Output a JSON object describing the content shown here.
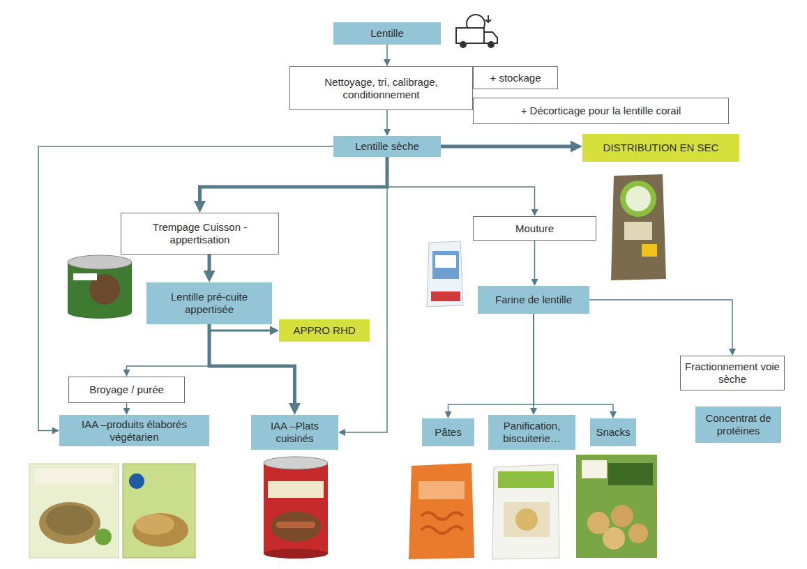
{
  "diagram": {
    "nodes": [
      {
        "text": [
          "Lentille"
        ]
      },
      {
        "text": [
          "Nettoyage, tri, calibrage, conditionnement"
        ]
      },
      {
        "text": [
          "+ stockage"
        ]
      },
      {
        "text": [
          "+ Décorticage pour la lentille corail"
        ]
      },
      {
        "text": [
          "Lentille sèche"
        ]
      },
      {
        "text": [
          "DISTRIBUTION EN SEC"
        ]
      },
      {
        "text": [
          "Trempage Cuisson - appertisation"
        ]
      },
      {
        "text": [
          "Mouture"
        ]
      },
      {
        "text": [
          "Lentille pré-cuite appertisée"
        ]
      },
      {
        "text": [
          "Farine de lentille"
        ]
      },
      {
        "text": [
          "APPRO RHD"
        ]
      },
      {
        "text": [
          "Broyage / purée"
        ]
      },
      {
        "text": [
          "IAA –produits élaborés végétarien"
        ]
      },
      {
        "text": [
          "IAA –Plats cuisinés"
        ]
      },
      {
        "text": [
          "Fractionnement voie sèche"
        ]
      },
      {
        "text": [
          "Pâtes"
        ]
      },
      {
        "text": [
          "Panification, biscuiterie…"
        ]
      },
      {
        "text": [
          "Snacks"
        ]
      },
      {
        "text": [
          "Concentrat de protéines"
        ]
      }
    ],
    "edges": [
      {
        "from": 0,
        "to": 1,
        "arrow": "to"
      },
      {
        "from": 1,
        "to": 4,
        "arrow": "to"
      },
      {
        "from": 4,
        "to": 5,
        "arrow": "to"
      },
      {
        "from": 4,
        "to": 6,
        "arrow": "to"
      },
      {
        "from": 4,
        "to": 7,
        "arrow": "to"
      },
      {
        "from": 4,
        "to": 12,
        "arrow": "to"
      },
      {
        "from": 4,
        "to": 13,
        "arrow": "to"
      },
      {
        "from": 6,
        "to": 8,
        "arrow": "to"
      },
      {
        "from": 8,
        "to": 10,
        "arrow": "to"
      },
      {
        "from": 8,
        "to": 11,
        "arrow": "to"
      },
      {
        "from": 8,
        "to": 13,
        "arrow": "to"
      },
      {
        "from": 11,
        "to": 12,
        "arrow": "to"
      },
      {
        "from": 7,
        "to": 9,
        "arrow": "to"
      },
      {
        "from": 9,
        "to": 15,
        "arrow": "to"
      },
      {
        "from": 9,
        "to": 16,
        "arrow": "to"
      },
      {
        "from": 9,
        "to": 17,
        "arrow": "to"
      },
      {
        "from": 9,
        "to": 14,
        "arrow": "to"
      }
    ]
  }
}
